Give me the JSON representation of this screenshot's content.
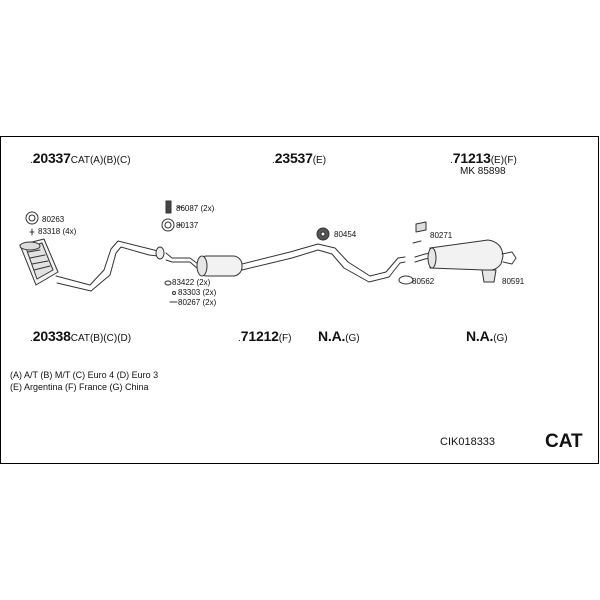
{
  "header_row": [
    {
      "dot": ".",
      "number": "20337",
      "suffix": "CAT(A)(B)(C)"
    },
    {
      "dot": ".",
      "number": "23537",
      "suffix": "(E)"
    },
    {
      "dot": ".",
      "number": "71213",
      "suffix": "(E)(F)"
    }
  ],
  "mk_note": "MK 85898",
  "footer_row": [
    {
      "dot": ".",
      "number": "20338",
      "suffix": "CAT(B)(C)(D)"
    },
    {
      "dot": ".",
      "number": "71212",
      "suffix": "(F)"
    },
    {
      "dot": "",
      "number": "N.A.",
      "suffix": "(G)"
    },
    {
      "dot": "",
      "number": "N.A.",
      "suffix": "(G)"
    }
  ],
  "part_labels": {
    "p80263": "80263",
    "p83318": "83318 (4x)",
    "p86087": "86087 (2x)",
    "p80137": "80137",
    "p83422": "83422 (2x)",
    "p83303": "83303 (2x)",
    "p80267": "80267 (2x)",
    "p80454": "80454",
    "p80271": "80271",
    "p80562": "80562",
    "p80591": "80591"
  },
  "legend": {
    "line1": "(A) A/T (B) M/T (C) Euro 4 (D) Euro 3",
    "line2": "(E) Argentina (F) France (G) China"
  },
  "reference_code": "CIK018333",
  "category": "CAT"
}
